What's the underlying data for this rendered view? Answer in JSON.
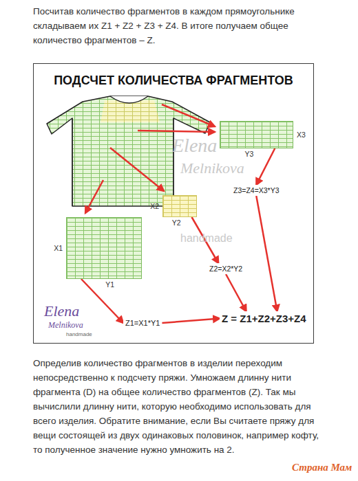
{
  "diagram": {
    "nodes": [
      {
        "text": [
          "ПОДСЧЕТ КОЛИЧЕСТВА ФРАГМЕНТОВ"
        ]
      },
      {
        "text": [
          "X3",
          "Y3"
        ],
        "in": 0
      },
      {
        "text": [
          "Z3=Z4=X3*Y3"
        ],
        "in": 0
      },
      {
        "text": [
          "X2",
          "Y2"
        ],
        "in": 0
      },
      {
        "text": [
          "X1",
          "Y1"
        ],
        "in": 0
      },
      {
        "text": [
          "Z2=X2*Y2"
        ],
        "in": 0
      },
      {
        "text": [
          "Z1=X1*Y1"
        ],
        "in": 0
      },
      {
        "text": [
          "Z = Z1+Z2+Z3+Z4"
        ],
        "in": 0
      }
    ],
    "edges": [
      {
        "from": 1,
        "to": 2,
        "arrow": "to"
      },
      {
        "from": 3,
        "to": 5,
        "arrow": "to"
      },
      {
        "from": 4,
        "to": 6,
        "arrow": "to"
      },
      {
        "from": 2,
        "to": 7,
        "arrow": "to"
      },
      {
        "from": 5,
        "to": 7,
        "arrow": "to"
      },
      {
        "from": 6,
        "to": 7,
        "arrow": "to"
      }
    ],
    "labels": [
      "Посчитав количество фрагментов в каждом прямоугольнике складываем их Z1 + Z2 + Z3 + Z4. В итоге получаем общее количество фрагментов – Z.",
      "Определив количество фрагментов в изделии переходим непосредственно к подсчету пряжи. Умножаем длинну нити фрагмента (D) на общее количество фрагментов (Z). Так мы вычислили длинну нити, которую необходимо использовать для всего изделия. Обратите внимание, если Вы считаете пряжу для вещи состоящей из двух одинаковых половинок, например кофту, то полученное значение нужно умножить на 2.",
      "Elena",
      "Melnikova",
      "handmade",
      "Elena",
      "Melnikova",
      "handmade",
      "Страна Мам"
    ]
  }
}
